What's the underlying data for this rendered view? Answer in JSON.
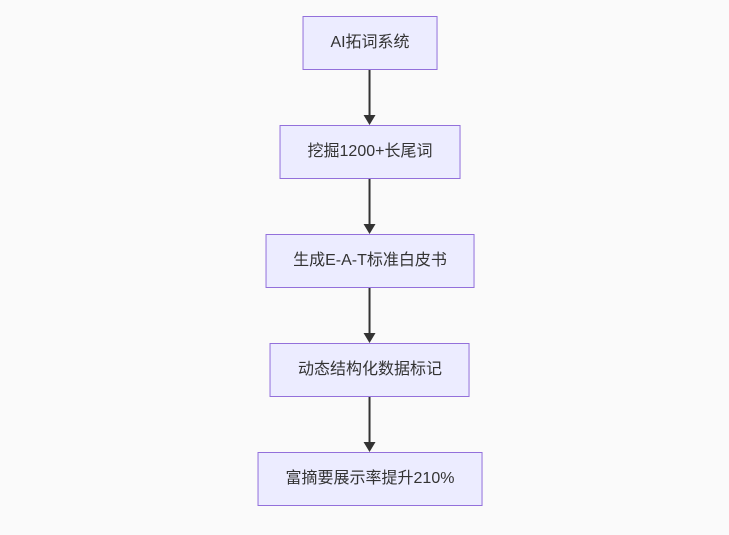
{
  "diagram": {
    "type": "flowchart",
    "direction": "top-down",
    "nodes": [
      {
        "id": "n1",
        "label": "AI拓词系统"
      },
      {
        "id": "n2",
        "label": "挖掘1200+长尾词"
      },
      {
        "id": "n3",
        "label": "生成E-A-T标准白皮书"
      },
      {
        "id": "n4",
        "label": "动态结构化数据标记"
      },
      {
        "id": "n5",
        "label": "富摘要展示率提升210%"
      }
    ],
    "edges": [
      {
        "from": "n1",
        "to": "n2"
      },
      {
        "from": "n2",
        "to": "n3"
      },
      {
        "from": "n3",
        "to": "n4"
      },
      {
        "from": "n4",
        "to": "n5"
      }
    ],
    "colors": {
      "background": "#fafafa",
      "node_fill": "#ECECFF",
      "node_border": "#9370DB",
      "text": "#333333",
      "arrow": "#333333"
    }
  }
}
